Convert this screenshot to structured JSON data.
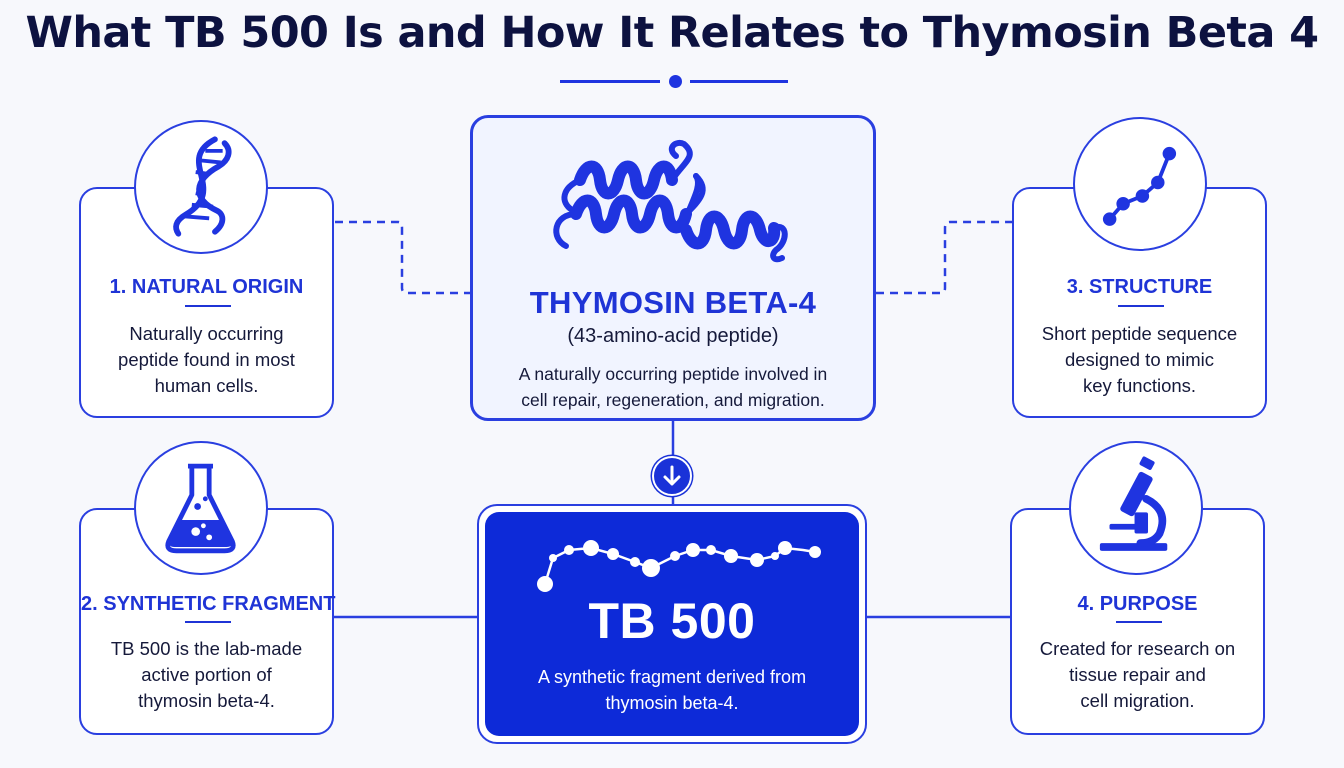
{
  "title": "What TB 500 Is and How It Relates to Thymosin Beta 4",
  "center": {
    "name": "THYMOSIN BETA-4",
    "subtitle": "(43-amino-acid peptide)",
    "description_lines": [
      "A naturally occurring peptide involved in",
      "cell repair, regeneration, and migration."
    ]
  },
  "tb500": {
    "name": "TB 500",
    "description_lines": [
      "A synthetic fragment derived from",
      "thymosin beta-4."
    ]
  },
  "cards": [
    {
      "title": "1. NATURAL ORIGIN",
      "icon": "dna-icon",
      "lines": [
        "Naturally occurring",
        "peptide found in most",
        "human cells."
      ]
    },
    {
      "title": "2. SYNTHETIC FRAGMENT",
      "icon": "flask-icon",
      "lines": [
        "TB 500 is the lab-made",
        "active portion of",
        "thymosin beta-4."
      ]
    },
    {
      "title": "3. STRUCTURE",
      "icon": "molecule-chain-icon",
      "lines": [
        "Short peptide sequence",
        "designed to mimic",
        "key functions."
      ]
    },
    {
      "title": "4. PURPOSE",
      "icon": "microscope-icon",
      "lines": [
        "Created for research on",
        "tissue repair and",
        "cell migration."
      ]
    }
  ],
  "colors": {
    "accent": "#1f34e0",
    "dark_blue": "#0d2ad8",
    "title_text": "#0d1240",
    "background": "#f7f8fc"
  }
}
